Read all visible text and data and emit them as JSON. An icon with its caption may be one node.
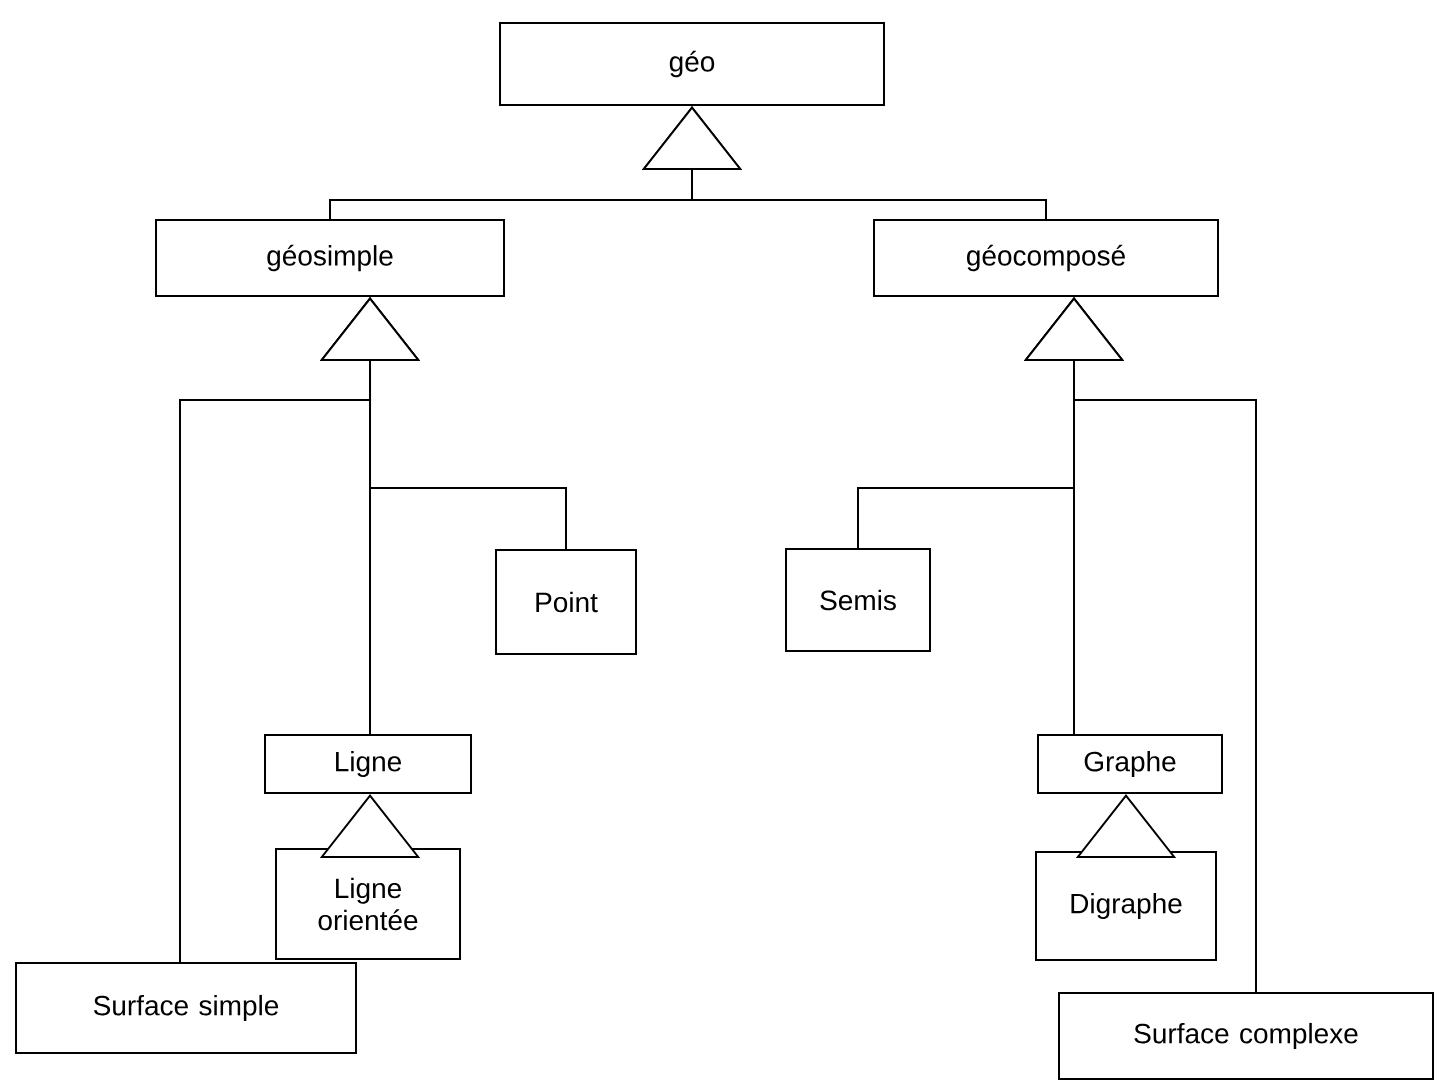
{
  "diagram": {
    "nodes": [
      {
        "text": [
          "géo"
        ]
      },
      {
        "text": [
          "géosimple"
        ]
      },
      {
        "text": [
          "géocomposé"
        ]
      },
      {
        "text": [
          "Point"
        ]
      },
      {
        "text": [
          "Ligne"
        ]
      },
      {
        "text": [
          "Ligne orientée"
        ]
      },
      {
        "text": [
          "Surface simple"
        ]
      },
      {
        "text": [
          "Semis"
        ]
      },
      {
        "text": [
          "Graphe"
        ]
      },
      {
        "text": [
          "Digraphe"
        ]
      },
      {
        "text": [
          "Surface complexe"
        ]
      }
    ],
    "edges": [
      {
        "from": 1,
        "to": 0,
        "arrow": "to"
      },
      {
        "from": 2,
        "to": 0,
        "arrow": "to"
      },
      {
        "from": 6,
        "to": 1,
        "arrow": "to"
      },
      {
        "from": 4,
        "to": 1,
        "arrow": "to"
      },
      {
        "from": 3,
        "to": 1,
        "arrow": "to"
      },
      {
        "from": 7,
        "to": 2,
        "arrow": "to"
      },
      {
        "from": 8,
        "to": 2,
        "arrow": "to"
      },
      {
        "from": 10,
        "to": 2,
        "arrow": "to"
      },
      {
        "from": 5,
        "to": 4,
        "arrow": "to"
      },
      {
        "from": 9,
        "to": 8,
        "arrow": "to"
      }
    ]
  }
}
